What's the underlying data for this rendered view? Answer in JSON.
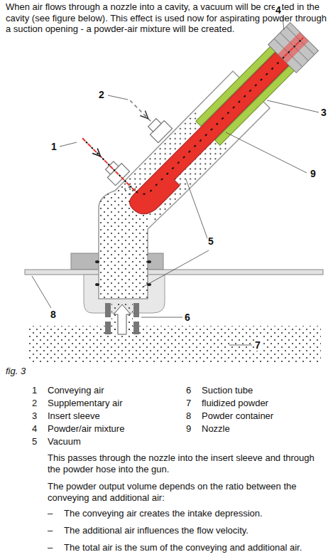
{
  "diagram": {
    "caption": "fig. 3",
    "labels": [
      "When air flows through a nozzle into a cavity, a vacuum will be created in the cavity (see figure below). This effect is used now for aspirating powder through a suction opening - a powder-air mixture will be created.",
      "4",
      "2",
      "3",
      "1",
      "9",
      "5",
      "8",
      "6",
      "7",
      "1",
      "Conveying air",
      "6",
      "Suction tube",
      "2",
      "Supplementary air",
      "7",
      "fluidized powder",
      "3",
      "Insert sleeve",
      "8",
      "Powder container",
      "4",
      "Powder/air mixture",
      "9",
      "Nozzle",
      "5",
      "Vacuum",
      "This passes through the nozzle into the insert sleeve and through the powder hose into the gun.",
      "The powder output volume depends on the ratio between the conveying and additional air:",
      "–",
      "The conveying air creates the intake depression.",
      "–",
      "The additional air influences the flow velocity.",
      "–",
      "The total air is the sum of the conveying and additional air."
    ]
  }
}
